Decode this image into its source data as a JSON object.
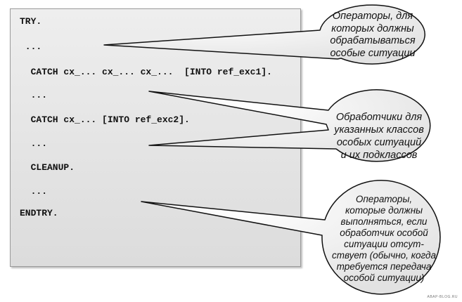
{
  "code_lines": [
    "TRY.",
    " ...",
    "  CATCH cx_... cx_... cx_...  [INTO ref_exc1].",
    "  ...",
    "  CATCH cx_... [INTO ref_exc2].",
    "  ...",
    "  CLEANUP.",
    "  ...",
    "ENDTRY."
  ],
  "callouts": {
    "statements": [
      "Операторы, для",
      "которых должны",
      "обрабатываться",
      "особые ситуации"
    ],
    "handlers": [
      "Обработчики для",
      "указанных классов",
      "особых ситуаций",
      "и их подклассов"
    ],
    "cleanup": [
      "Операторы,",
      "которые должны",
      "выполняться, если",
      "обработчик особой",
      "ситуации отсут-",
      "ствует (обычно, когда",
      "требуется передача",
      "особой ситуации)"
    ]
  },
  "watermark": "ABAP-BLOG.RU"
}
